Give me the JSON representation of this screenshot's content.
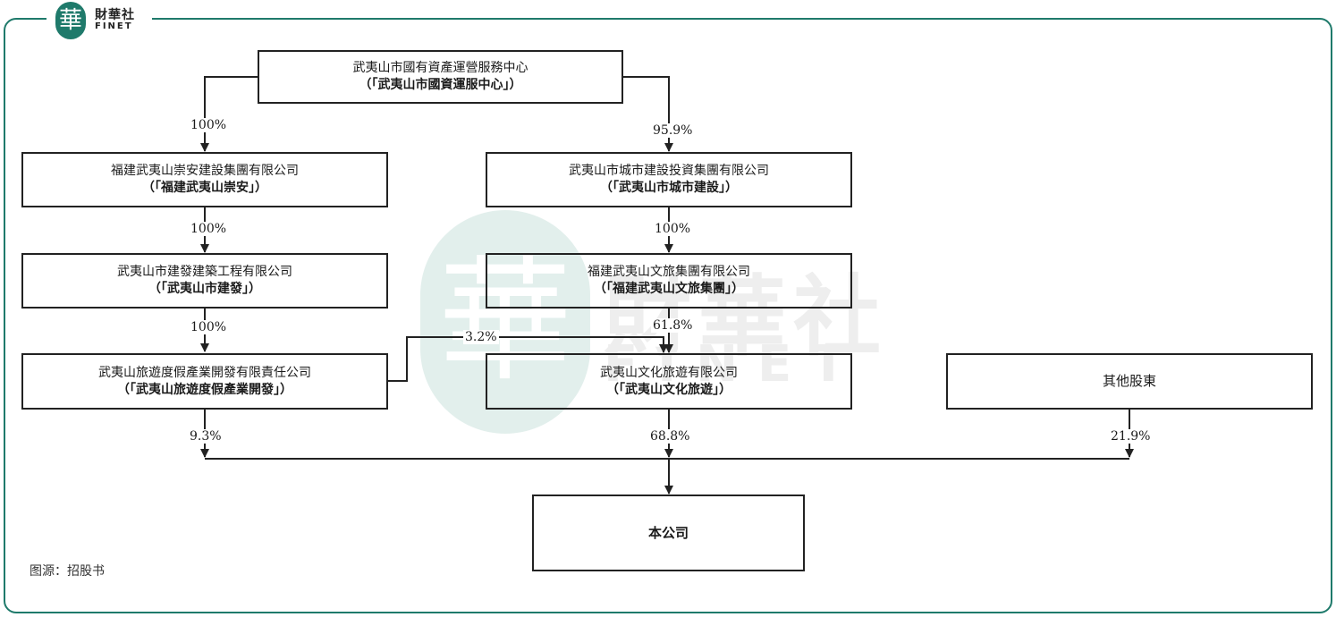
{
  "brand": {
    "mark": "華",
    "name_cn": "財華社",
    "name_en": "FINET"
  },
  "source": "图源：招股书",
  "entities": {
    "top": {
      "name": "武夷山市國有資產運營服務中心",
      "short": "（「武夷山市國資運服中心」）"
    },
    "chongan": {
      "name": "福建武夷山崇安建設集團有限公司",
      "short": "（「福建武夷山崇安」）"
    },
    "city": {
      "name": "武夷山市城市建設投資集團有限公司",
      "short": "（「武夷山市城市建設」）"
    },
    "jianfa": {
      "name": "武夷山市建發建築工程有限公司",
      "short": "（「武夷山市建發」）"
    },
    "wenlv_group": {
      "name": "福建武夷山文旅集團有限公司",
      "short": "（「福建武夷山文旅集團」）"
    },
    "lvyou": {
      "name": "武夷山旅遊度假產業開發有限責任公司",
      "short": "（「武夷山旅遊度假產業開發」）"
    },
    "wenhua": {
      "name": "武夷山文化旅遊有限公司",
      "short": "（「武夷山文化旅遊」）"
    },
    "others": {
      "name": "其他股東"
    },
    "company": {
      "name": "本公司"
    }
  },
  "percentages": {
    "top_chongan": "100%",
    "top_city": "95.9%",
    "chongan_jianfa": "100%",
    "city_wenlv": "100%",
    "jianfa_lvyou": "100%",
    "wenlv_wenhua": "61.8%",
    "lvyou_wenhua": "3.2%",
    "lvyou_company": "9.3%",
    "wenhua_company": "68.8%",
    "others_company": "21.9%"
  },
  "colors": {
    "frame": "#1f7a6b",
    "line": "#222222"
  }
}
